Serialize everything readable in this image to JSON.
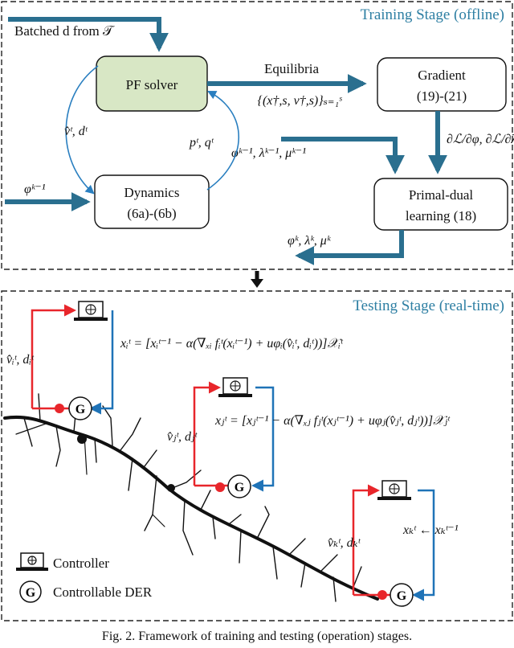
{
  "training": {
    "title": "Training Stage (offline)",
    "input_label": "Batched d from 𝒯",
    "pf_solver": "PF solver",
    "equilibria_label": "Equilibria",
    "equilibria_set": "{(x†,s, v†,s)}ₛ₌₁ˢ",
    "gradient_line1": "Gradient",
    "gradient_line2": "(19)-(21)",
    "dynamics_line1": "Dynamics",
    "dynamics_line2": "(6a)-(6b)",
    "primal_line1": "Primal-dual",
    "primal_line2": "learning (18)",
    "left_loop_label": "v̂ᵗ, dᵗ",
    "right_loop_label": "pᵗ, qᵗ",
    "phi_prev": "φᵏ⁻¹",
    "params_prev": "φᵏ⁻¹, λᵏ⁻¹, μᵏ⁻¹",
    "grad_label": "∂ℒ/∂φ, ∂ℒ/∂λ",
    "params_out": "φᵏ, λᵏ, μᵏ",
    "colors": {
      "pf_fill": "#d8e7c5",
      "arrow": "#2a6f8f",
      "title": "#2e7fa3"
    }
  },
  "testing": {
    "title": "Testing Stage (real-time)",
    "eq_i": "xᵢᵗ = [xᵢᵗ⁻¹ − α(∇ₓᵢ fᵢᵗ(xᵢᵗ⁻¹) + uφᵢ(v̂ᵢᵗ, dᵢᵗ))]𝒳ᵢᵗ",
    "eq_j": "xⱼᵗ = [xⱼᵗ⁻¹ − α(∇ₓⱼ fⱼᵗ(xⱼᵗ⁻¹) + uφⱼ(v̂ⱼᵗ, dⱼᵗ))]𝒳ⱼᵗ",
    "eq_k": "xₖᵗ ← xₖᵗ⁻¹",
    "meas_i": "v̂ᵢᵗ, dᵢᵗ",
    "meas_j": "v̂ⱼᵗ, dⱼᵗ",
    "meas_k": "v̂ₖᵗ, dₖᵗ",
    "der_glyph": "G",
    "legend_controller": "Controller",
    "legend_der": "Controllable DER",
    "colors": {
      "up": "#e8262b",
      "down": "#1f73b7",
      "tree": "#111111"
    }
  },
  "caption": "Fig. 2. Framework of training and testing (operation) stages."
}
